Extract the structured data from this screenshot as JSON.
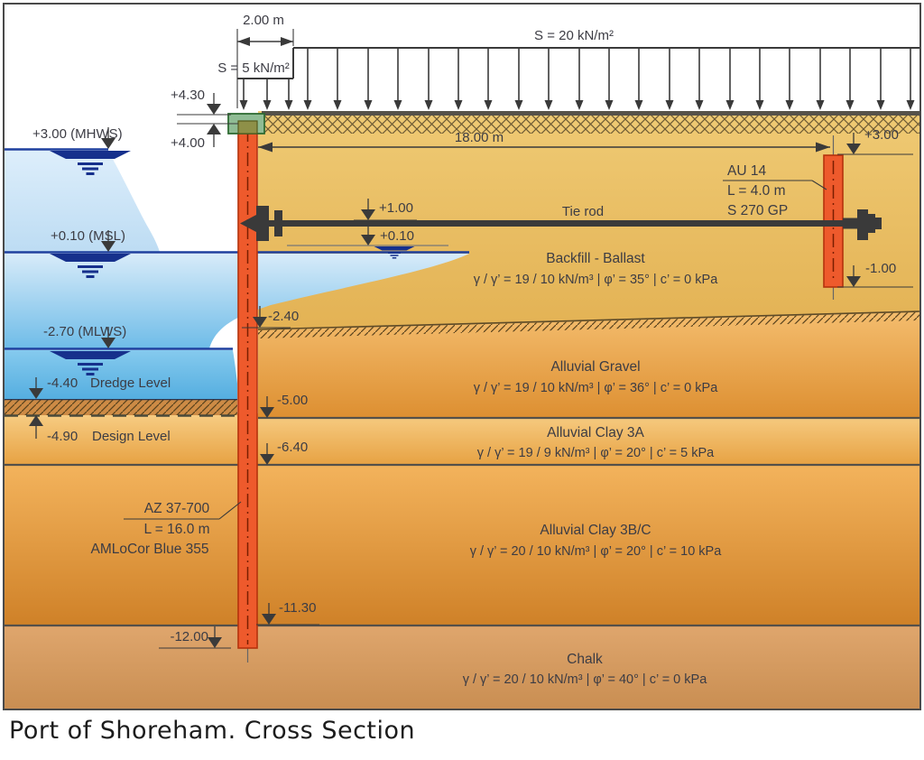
{
  "title": "Port of Shoreham. Cross Section",
  "surcharge": {
    "dim_label": "2.00 m",
    "local_label": "S = 5 kN/m²",
    "main_label": "S = 20 kN/m²"
  },
  "tie_rod": {
    "label": "Tie rod",
    "length_label": "18.00 m",
    "level": "+1.00"
  },
  "groundwater": {
    "level": "+0.10"
  },
  "levels": {
    "cap_top": "+4.30",
    "ground": "+4.00",
    "mhws": "+3.00 (MHWS)",
    "msl": "+0.10 (MSL)",
    "mlws": "-2.70 (MLWS)",
    "dredge_value": "-4.40",
    "dredge_name": "Dredge Level",
    "design_value": "-4.90",
    "design_name": "Design Level",
    "backfill_bottom": "-2.40",
    "gravel_bottom": "-5.00",
    "clay3a_bottom": "-6.40",
    "chalk_top": "-11.30",
    "pile_tip": "-12.00",
    "anchor_top": "+3.00",
    "anchor_bottom": "-1.00"
  },
  "sheet_pile": {
    "section": "AZ 37-700",
    "length": "L = 16.0 m",
    "steel": "AMLoCor Blue 355"
  },
  "anchor": {
    "section": "AU 14",
    "length": "L = 4.0 m",
    "steel": "S 270 GP"
  },
  "soil_layers": [
    {
      "name": "Backfill - Ballast",
      "props": "γ / γ’ = 19 / 10 kN/m³ | φ’ = 35° | c’ = 0 kPa"
    },
    {
      "name": "Alluvial Gravel",
      "props": "γ / γ’ = 19 / 10 kN/m³ | φ’ = 36° | c’ = 0 kPa"
    },
    {
      "name": "Alluvial Clay 3A",
      "props": "γ / γ’ = 19 / 9 kN/m³ | φ’ = 20° | c’ = 5 kPa"
    },
    {
      "name": "Alluvial Clay 3B/C",
      "props": "γ / γ’ = 20 / 10 kN/m³ | φ’ = 20° | c’ = 10 kPa"
    },
    {
      "name": "Chalk",
      "props": "γ / γ’ = 20 / 10 kN/m³ | φ’ = 40° | c’ = 0 kPa"
    }
  ],
  "colors": {
    "pile_orange": "#ee5a2c",
    "capping_beam_green": "#8fbc94",
    "water_blue": "#5cb2e2",
    "steel_dark": "#3a3a3a"
  }
}
